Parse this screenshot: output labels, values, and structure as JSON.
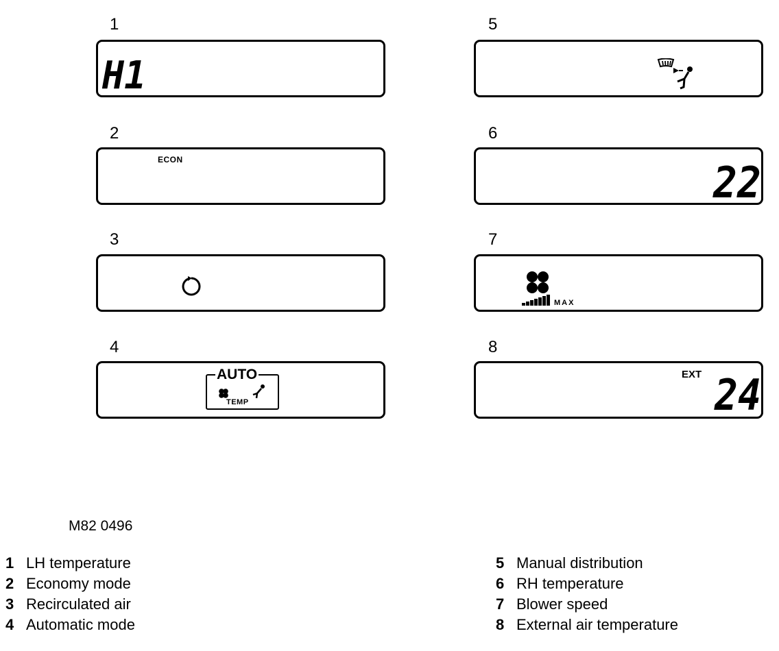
{
  "panels": [
    {
      "number": "1",
      "display": "H1"
    },
    {
      "number": "2",
      "label": "ECON"
    },
    {
      "number": "3"
    },
    {
      "number": "4",
      "auto": "AUTO",
      "temp": "TEMP"
    },
    {
      "number": "5"
    },
    {
      "number": "6",
      "display": "22"
    },
    {
      "number": "7",
      "max": "MAX"
    },
    {
      "number": "8",
      "label": "EXT",
      "display": "24"
    }
  ],
  "reference": "M82 0496",
  "legend": [
    {
      "num": "1",
      "text": "LH temperature"
    },
    {
      "num": "2",
      "text": "Economy mode"
    },
    {
      "num": "3",
      "text": "Recirculated air"
    },
    {
      "num": "4",
      "text": "Automatic mode"
    },
    {
      "num": "5",
      "text": "Manual distribution"
    },
    {
      "num": "6",
      "text": "RH temperature"
    },
    {
      "num": "7",
      "text": "Blower speed"
    },
    {
      "num": "8",
      "text": "External air temperature"
    }
  ],
  "icons": [
    "fan-icon",
    "recirculation-icon",
    "windscreen-defrost-icon",
    "seat-occupant-icon",
    "blower-bar-graph-icon"
  ]
}
